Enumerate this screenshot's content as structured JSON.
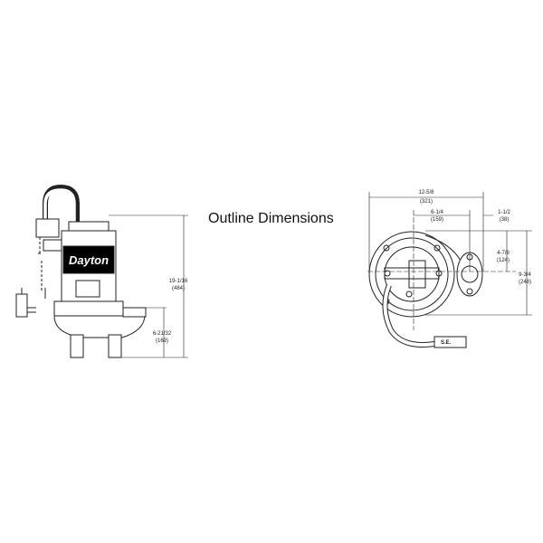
{
  "title": "Outline Dimensions",
  "side_view": {
    "brand": "Dayton",
    "overall_height": "19-1/16",
    "overall_height_mm": "(484)",
    "discharge_height": "6-21/32",
    "discharge_height_mm": "(169)"
  },
  "top_view": {
    "overall_width": "12-5/8",
    "overall_width_mm": "(321)",
    "center_to_discharge": "6-1/4",
    "center_to_discharge_mm": "(159)",
    "discharge_offset": "1-1/2",
    "discharge_offset_mm": "(38)",
    "discharge_to_edge": "4-7/8",
    "discharge_to_edge_mm": "(124)",
    "overall_depth": "9-3/4",
    "overall_depth_mm": "(248)",
    "cord_tag": "S.E."
  }
}
